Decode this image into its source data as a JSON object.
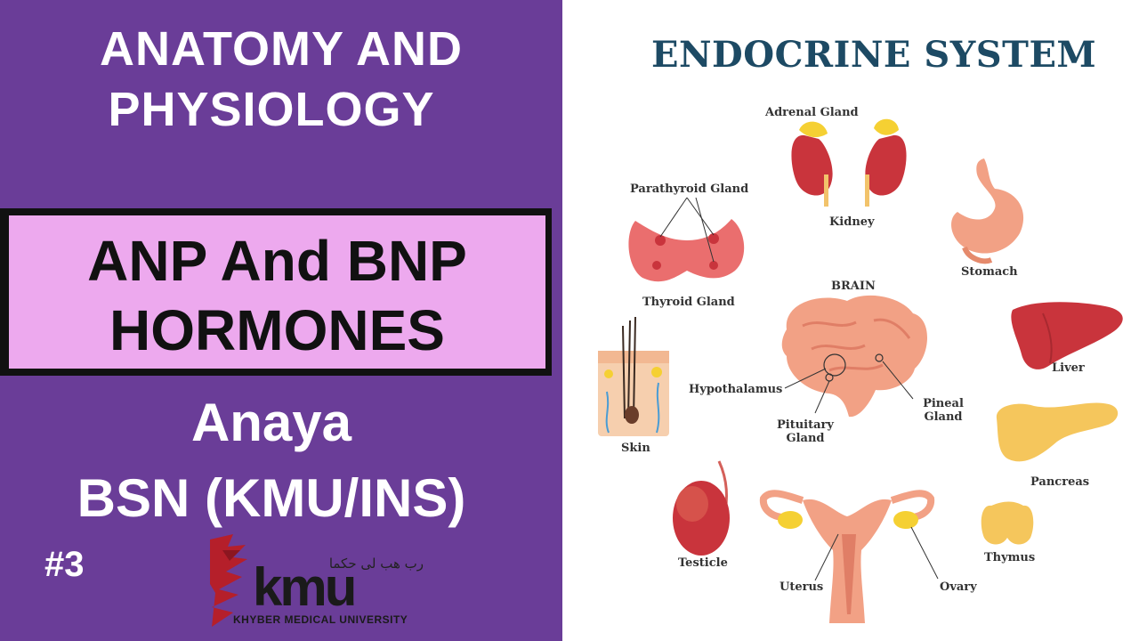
{
  "left": {
    "subject_line_1": "ANATOMY AND",
    "subject_line_2": "PHYSIOLOGY",
    "topic_line_1": "ANP And BNP",
    "topic_line_2": "HORMONES",
    "author_name": "Anaya",
    "author_program": "BSN (KMU/INS)",
    "episode": "#3",
    "logo": {
      "word": "kmu",
      "urdu": "رب هب لی حکما",
      "caption": "KHYBER MEDICAL UNIVERSITY"
    }
  },
  "infographic": {
    "title": "ENDOCRINE SYSTEM",
    "labels": {
      "adrenal_gland": "Adrenal Gland",
      "kidney": "Kidney",
      "parathyroid_gland": "Parathyroid Gland",
      "thyroid_gland": "Thyroid Gland",
      "stomach": "Stomach",
      "brain": "BRAIN",
      "liver": "Liver",
      "skin": "Skin",
      "hypothalamus": "Hypothalamus",
      "pituitary_gland_1": "Pituitary",
      "pituitary_gland_2": "Gland",
      "pineal_gland_1": "Pineal",
      "pineal_gland_2": "Gland",
      "pancreas": "Pancreas",
      "testicle": "Testicle",
      "uterus": "Uterus",
      "ovary": "Ovary",
      "thymus": "Thymus"
    }
  },
  "colors": {
    "panel_purple": "#6a3d98",
    "topic_pink": "#eda9ee",
    "title_navy": "#1d4a64",
    "organ_red": "#c9343c",
    "organ_peach": "#f2a185",
    "adrenal_yellow": "#f5d033"
  }
}
